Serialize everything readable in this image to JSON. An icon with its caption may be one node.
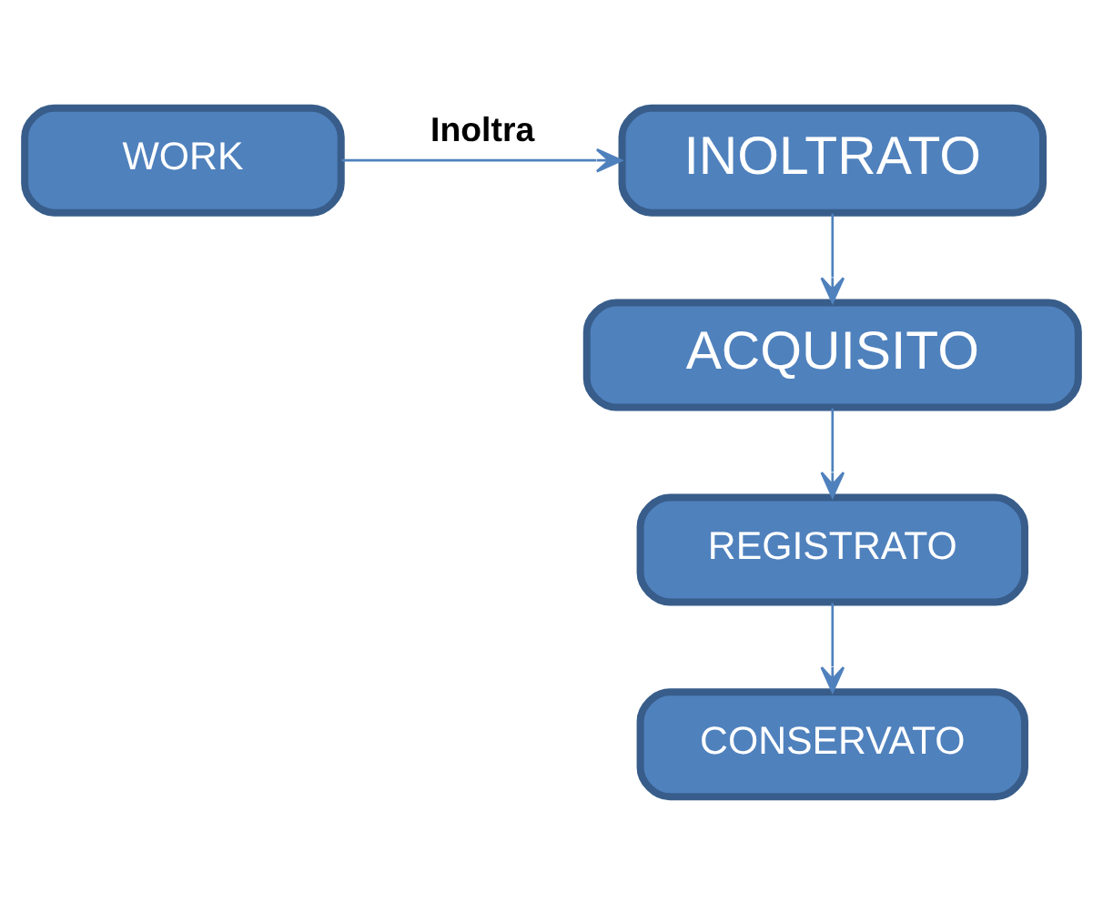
{
  "diagram": {
    "nodes": [
      {
        "text": [
          "WORK"
        ]
      },
      {
        "text": [
          "INOLTRATO"
        ]
      },
      {
        "text": [
          "ACQUISITO"
        ]
      },
      {
        "text": [
          "REGISTRATO"
        ]
      },
      {
        "text": [
          "CONSERVATO"
        ]
      }
    ],
    "edges": [
      {
        "from": 0,
        "to": 1,
        "arrow": "to",
        "label": "Inoltra"
      },
      {
        "from": 1,
        "to": 2,
        "arrow": "to"
      },
      {
        "from": 2,
        "to": 3,
        "arrow": "to"
      },
      {
        "from": 3,
        "to": 4,
        "arrow": "to"
      }
    ]
  }
}
